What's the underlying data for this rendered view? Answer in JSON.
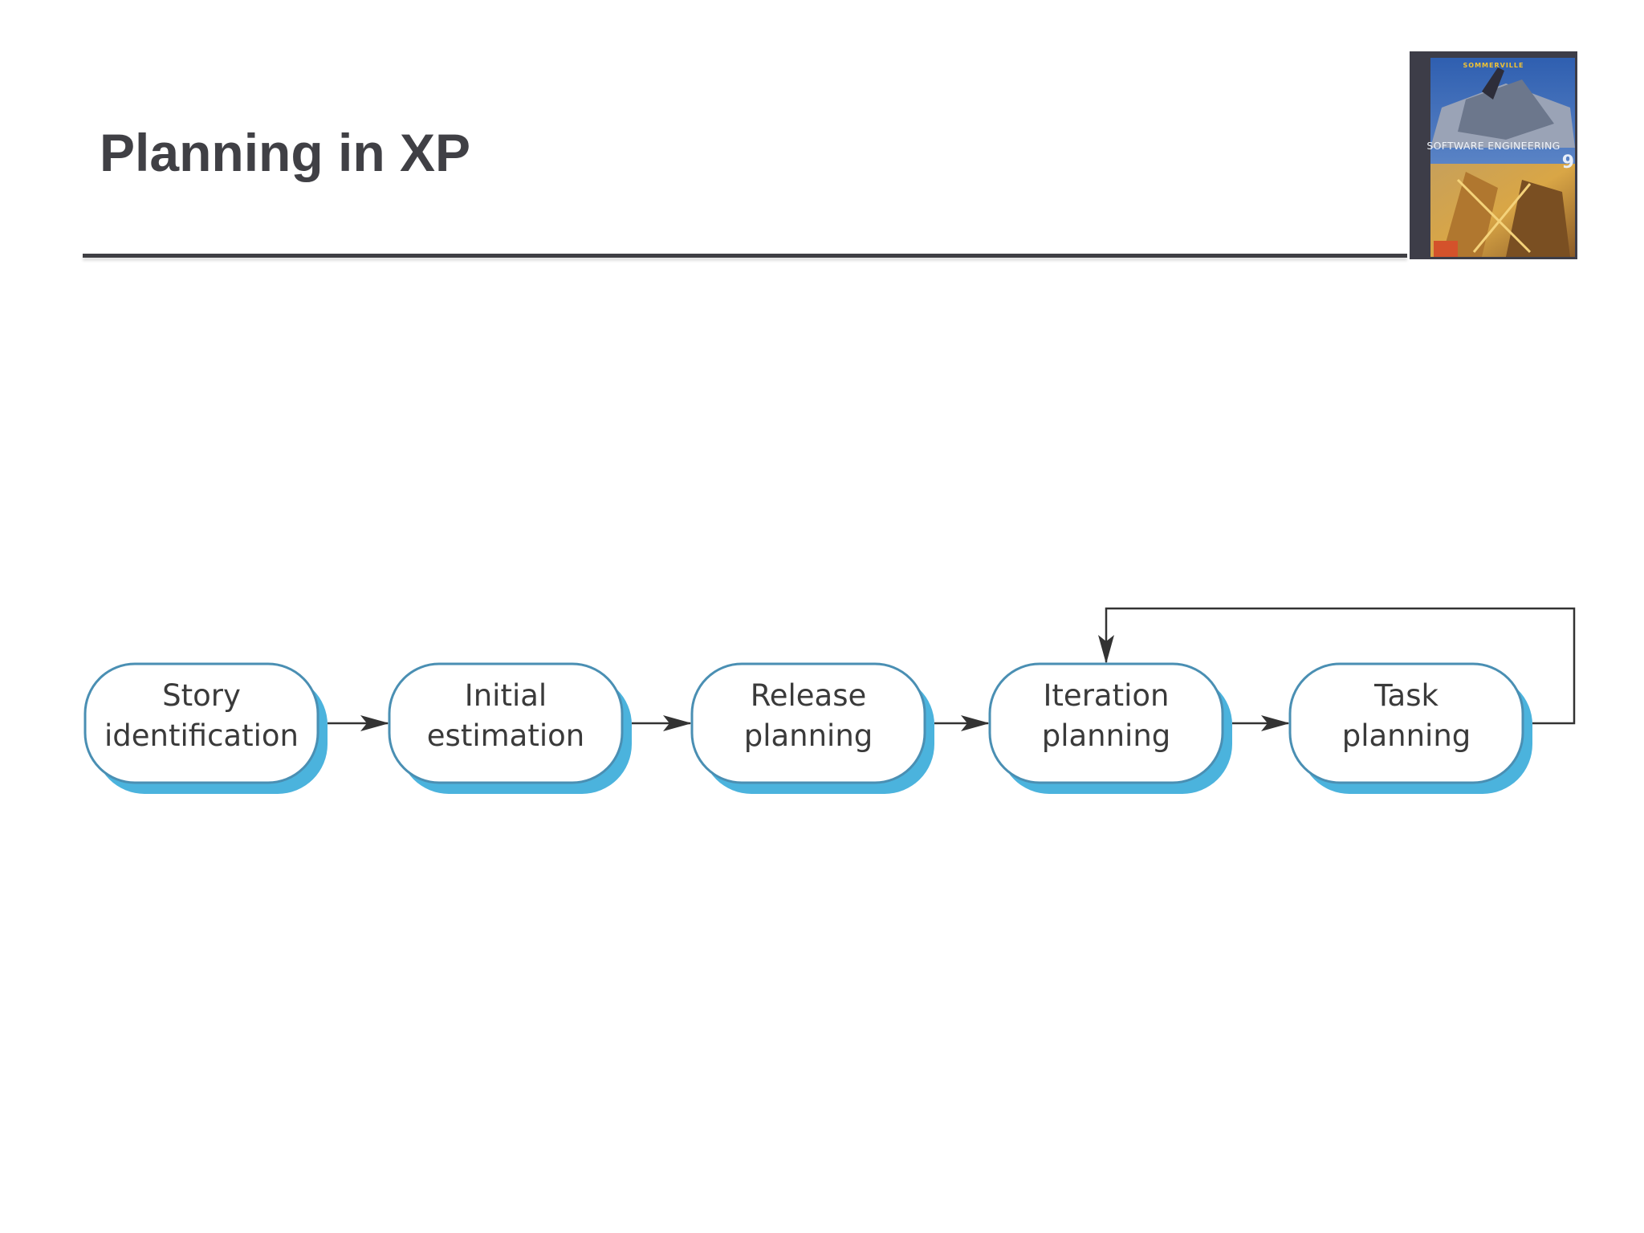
{
  "slide": {
    "title": "Planning in XP"
  },
  "book_cover": {
    "author": "SOMMERVILLE",
    "title": "SOFTWARE ENGINEERING",
    "edition": "9"
  },
  "diagram": {
    "nodes": [
      {
        "id": "story-identification",
        "lines": [
          "Story",
          "identification"
        ]
      },
      {
        "id": "initial-estimation",
        "lines": [
          "Initial",
          "estimation"
        ]
      },
      {
        "id": "release-planning",
        "lines": [
          "Release",
          "planning"
        ]
      },
      {
        "id": "iteration-planning",
        "lines": [
          "Iteration",
          "planning"
        ]
      },
      {
        "id": "task-planning",
        "lines": [
          "Task",
          "planning"
        ]
      }
    ],
    "edges": [
      {
        "from": "story-identification",
        "to": "initial-estimation"
      },
      {
        "from": "initial-estimation",
        "to": "release-planning"
      },
      {
        "from": "release-planning",
        "to": "iteration-planning"
      },
      {
        "from": "iteration-planning",
        "to": "task-planning"
      },
      {
        "from": "task-planning",
        "to": "iteration-planning",
        "style": "feedback-loop"
      }
    ],
    "colors": {
      "node_fill": "#ffffff",
      "node_border": "#4a8fb3",
      "node_shadow": "#4bb3dd",
      "arrow": "#333333",
      "text": "#3a3a3a"
    }
  }
}
